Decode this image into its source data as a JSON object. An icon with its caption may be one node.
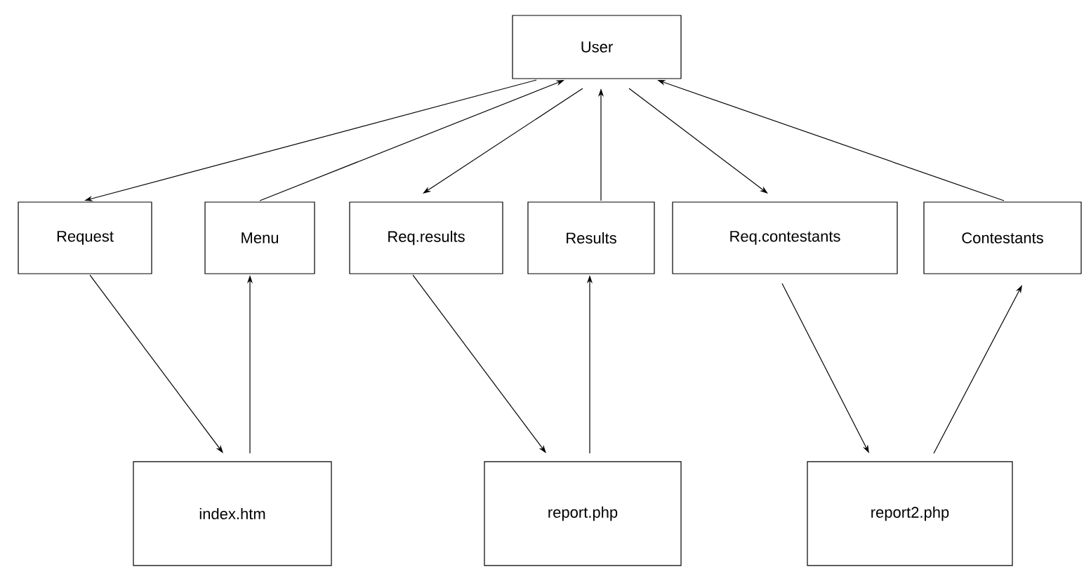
{
  "diagram": {
    "nodes": [
      {
        "text": [
          "User"
        ]
      },
      {
        "text": [
          "Request"
        ]
      },
      {
        "text": [
          "Menu"
        ]
      },
      {
        "text": [
          "Req.results"
        ]
      },
      {
        "text": [
          "Results"
        ]
      },
      {
        "text": [
          "Req.contestants"
        ]
      },
      {
        "text": [
          "Contestants"
        ]
      },
      {
        "text": [
          "index.htm"
        ]
      },
      {
        "text": [
          "report.php"
        ]
      },
      {
        "text": [
          "report2.php"
        ]
      }
    ],
    "edges": [
      {
        "from": 0,
        "to": 1,
        "arrow": "to"
      },
      {
        "from": 2,
        "to": 0,
        "arrow": "to"
      },
      {
        "from": 0,
        "to": 3,
        "arrow": "to"
      },
      {
        "from": 4,
        "to": 0,
        "arrow": "to"
      },
      {
        "from": 0,
        "to": 5,
        "arrow": "to"
      },
      {
        "from": 6,
        "to": 0,
        "arrow": "to"
      },
      {
        "from": 1,
        "to": 7,
        "arrow": "to"
      },
      {
        "from": 7,
        "to": 2,
        "arrow": "to"
      },
      {
        "from": 3,
        "to": 8,
        "arrow": "to"
      },
      {
        "from": 8,
        "to": 4,
        "arrow": "to"
      },
      {
        "from": 5,
        "to": 9,
        "arrow": "to"
      },
      {
        "from": 9,
        "to": 6,
        "arrow": "to"
      }
    ]
  }
}
